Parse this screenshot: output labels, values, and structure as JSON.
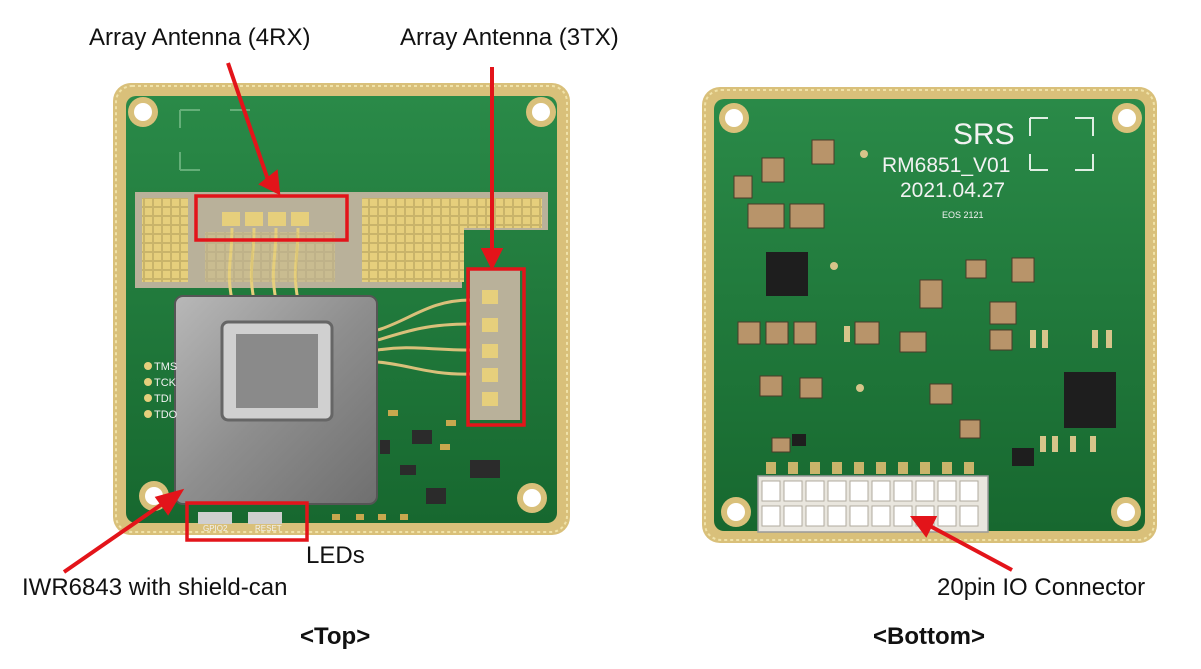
{
  "labels": {
    "rx_antenna": "Array Antenna (4RX)",
    "tx_antenna": "Array Antenna (3TX)",
    "leds": "LEDs",
    "chip": "IWR6843 with shield-can",
    "connector": "20pin IO Connector"
  },
  "captions": {
    "top": "<Top>",
    "bottom": "<Bottom>"
  },
  "silkscreen": {
    "top_pins": [
      "TMS",
      "TCK",
      "TDI",
      "TDO"
    ],
    "top_buttons": [
      "GPIO2",
      "RESET"
    ],
    "bottom_brand": "SRS",
    "bottom_model": "RM6851_V01",
    "bottom_date": "2021.04.27",
    "bottom_mark": "EOS 2121"
  },
  "colors": {
    "pcb_green": "#1f7a3c",
    "gold": "#d9c07a",
    "annotation_red": "#e3141a",
    "shield": "#9a9a9a"
  }
}
